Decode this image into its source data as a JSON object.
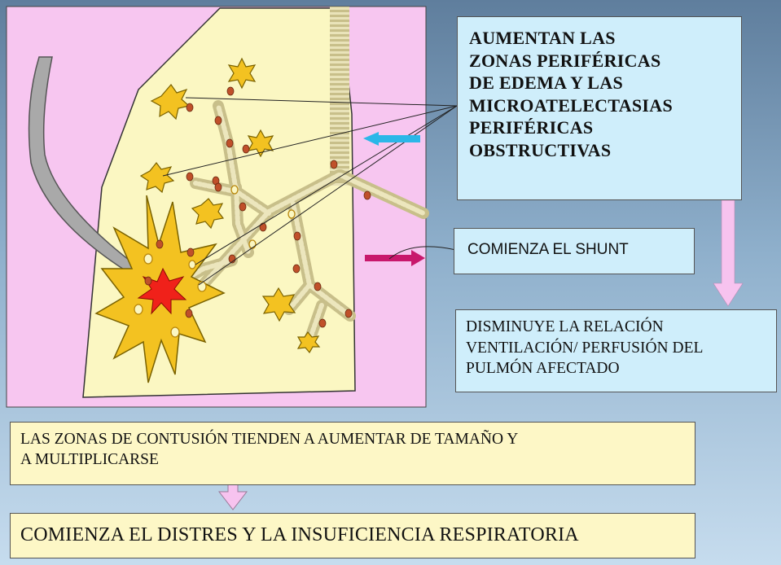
{
  "boxes": {
    "edema": {
      "lines": [
        "AUMENTAN LAS",
        "ZONAS PERIFÉRICAS",
        "DE EDEMA Y  LAS",
        "MICROATELECTASIAS",
        "PERIFÉRICAS",
        "OBSTRUCTIVAS"
      ]
    },
    "shunt": {
      "text": "COMIENZA EL SHUNT"
    },
    "vq": {
      "lines": [
        "DISMINUYE LA RELACIÓN",
        "VENTILACIÓN/ PERFUSIÓN DEL",
        "PULMÓN AFECTADO"
      ]
    },
    "contusion": {
      "lines": [
        "LAS ZONAS DE CONTUSIÓN TIENDEN A AUMENTAR DE TAMAÑO Y",
        "A MULTIPLICARSE"
      ]
    },
    "distres": {
      "text": "COMIENZA EL DISTRES Y LA INSUFICIENCIA RESPIRATORIA"
    }
  },
  "colors": {
    "panel_bg": "#f7c6f0",
    "lung_fill": "#fbf7c2",
    "airway": "#cfc690",
    "contusion_star": "#f3c221",
    "core": "#f0211a",
    "alveolus_node": "#c0502a",
    "probe": "#a9a9a9",
    "arrow_blue": "#2bb7e8",
    "arrow_magenta": "#c8186c",
    "arrow_pink": "#f7c3ef",
    "box_blue": "#cfeefb",
    "box_yellow": "#fdf7c6"
  },
  "icons": [
    "contusion-burst-icon",
    "edema-star-icon",
    "bronchial-tree-icon",
    "flow-arrow-icon"
  ]
}
